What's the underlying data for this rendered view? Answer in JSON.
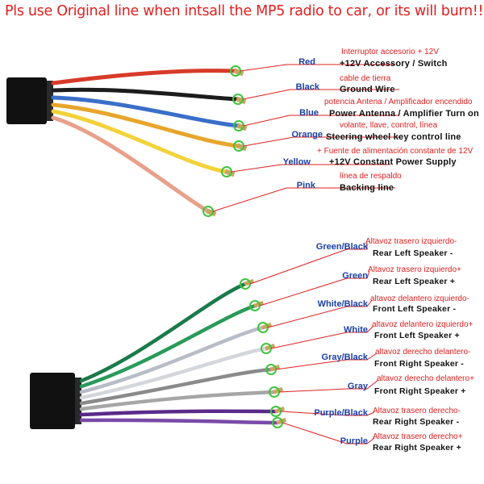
{
  "warning": "Pls use Original line when intsall the MP5 radio to car, or its will burn!!",
  "colors": {
    "warning_red": "#e02020",
    "label_blue": "#1a3fa8",
    "connector": "#111111",
    "circle_green": "#3ec43e"
  },
  "top_wires": [
    {
      "color_name": "Red",
      "es": "Interruptor accesorio + 12V",
      "en": "+12V  Accessory / Switch",
      "wire": "#d83a2a",
      "icon": "wire-connector"
    },
    {
      "color_name": "Black",
      "es": "cable de tierra",
      "en": "Ground Wire",
      "wire": "#1c1c1c",
      "icon": "wire-connector"
    },
    {
      "color_name": "Blue",
      "es": "potencia Antena / Amplificador encendido",
      "en": "Power Antenna / Amplifier Turn on",
      "wire": "#3a6fc8",
      "icon": "wire-connector"
    },
    {
      "color_name": "Orange",
      "es": "volante, llave, control, línea",
      "en": "Steering wheel key control line",
      "wire": "#e8a52c",
      "icon": "wire-connector"
    },
    {
      "color_name": "Yellow",
      "es": "+ Fuente de alimentación constante de 12V",
      "en": "+12V Constant Power Supply",
      "wire": "#f2d23a",
      "icon": "wire-connector"
    },
    {
      "color_name": "Pink",
      "es": "línea de respaldo",
      "en": "Backing line",
      "wire": "#e8a08a",
      "icon": "wire-connector"
    }
  ],
  "bottom_wires": [
    {
      "color_name": "Green/Black",
      "es": "Altavoz trasero izquierdo-",
      "en": "Rear Left Speaker -",
      "wire": "#1b7a4a",
      "icon": "wire-connector"
    },
    {
      "color_name": "Green",
      "es": "Altavoz trasero izquierdo+",
      "en": "Rear Left Speaker +",
      "wire": "#2a9a5a",
      "icon": "wire-connector"
    },
    {
      "color_name": "White/Black",
      "es": "altavoz delantero izquierdo-",
      "en": "Front Left Speaker -",
      "wire": "#b8bcc6",
      "icon": "wire-connector"
    },
    {
      "color_name": "White",
      "es": "altavoz delantero izquierdo+",
      "en": "Front Left Speaker +",
      "wire": "#d4d6dc",
      "icon": "wire-connector"
    },
    {
      "color_name": "Gray/Black",
      "es": "altavoz derecho delantero-",
      "en": "Front Right Speaker -",
      "wire": "#8a8a8a",
      "icon": "wire-connector"
    },
    {
      "color_name": "Gray",
      "es": "altavoz derecho delantero+",
      "en": "Front Right Speaker +",
      "wire": "#a6a6a6",
      "icon": "wire-connector"
    },
    {
      "color_name": "Purple/Black",
      "es": "Altavoz trasero derecho-",
      "en": "Rear Right Speaker -",
      "wire": "#5a2a8a",
      "icon": "wire-connector"
    },
    {
      "color_name": "Purple",
      "es": "Altavoz trasero derecho+",
      "en": "Rear Right Speaker +",
      "wire": "#7a4aa8",
      "icon": "wire-connector"
    }
  ]
}
